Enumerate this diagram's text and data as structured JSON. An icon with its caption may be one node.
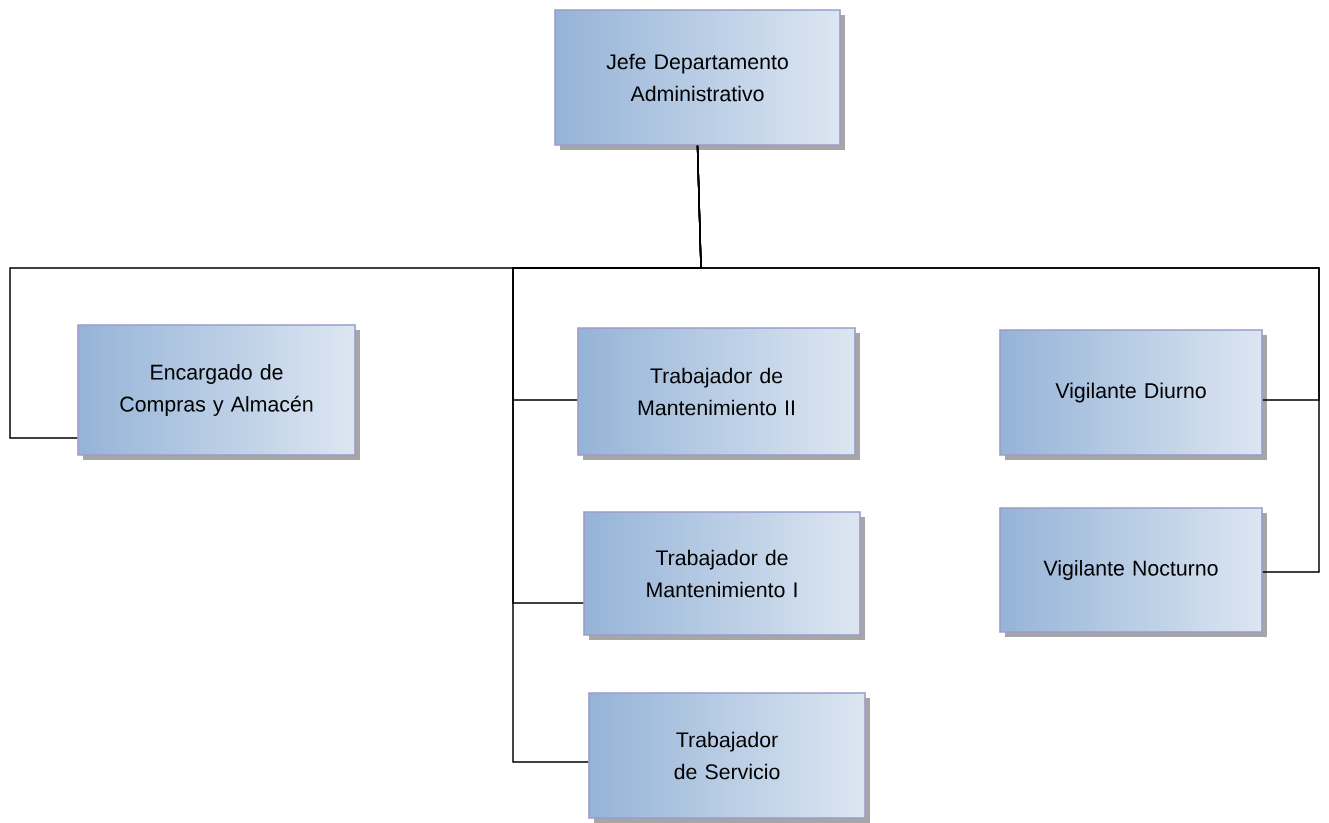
{
  "diagram": {
    "nodes": [
      {
        "text": [
          "Jefe Departamento Administrativo"
        ]
      },
      {
        "text": [
          "Encargado de Compras y Almacén"
        ]
      },
      {
        "text": [
          "Trabajador de Mantenimiento II"
        ]
      },
      {
        "text": [
          "Trabajador de Mantenimiento I"
        ]
      },
      {
        "text": [
          "Trabajador de Servicio"
        ]
      },
      {
        "text": [
          "Vigilante Diurno"
        ]
      },
      {
        "text": [
          "Vigilante Nocturno"
        ]
      }
    ],
    "edges": [
      {
        "from": 0,
        "to": 1,
        "arrow": "none"
      },
      {
        "from": 0,
        "to": 2,
        "arrow": "none"
      },
      {
        "from": 0,
        "to": 3,
        "arrow": "none"
      },
      {
        "from": 0,
        "to": 4,
        "arrow": "none"
      },
      {
        "from": 0,
        "to": 5,
        "arrow": "none"
      },
      {
        "from": 0,
        "to": 6,
        "arrow": "none"
      }
    ]
  }
}
